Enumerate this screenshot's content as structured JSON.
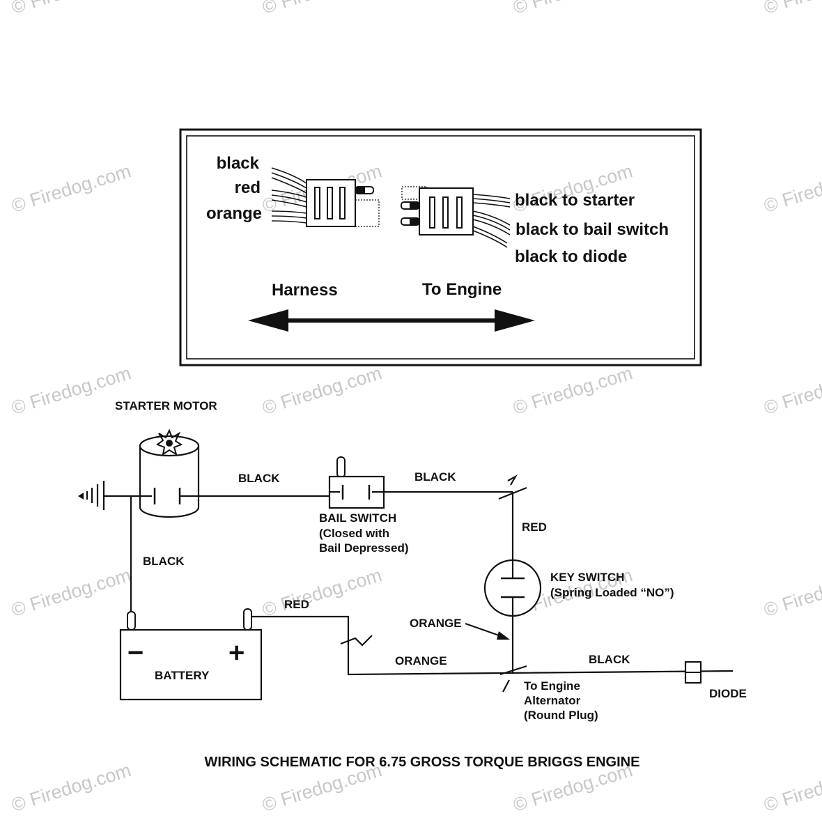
{
  "watermark": "© Firedog.com",
  "connector_box": {
    "harness_wires": [
      "black",
      "red",
      "orange"
    ],
    "engine_wires": [
      "black to starter",
      "black to bail switch",
      "black to diode"
    ],
    "left_label": "Harness",
    "right_label": "To Engine"
  },
  "schematic": {
    "starter_motor": "STARTER MOTOR",
    "wire_black_1": "BLACK",
    "wire_black_2": "BLACK",
    "wire_black_3": "BLACK",
    "wire_black_4": "BLACK",
    "bail_switch": {
      "line1": "BAIL SWITCH",
      "line2": "(Closed with",
      "line3": "Bail Depressed)"
    },
    "wire_red_1": "RED",
    "wire_red_2": "RED",
    "key_switch": {
      "line1": "KEY SWITCH",
      "line2": "(Spring Loaded “NO”)"
    },
    "wire_orange_1": "ORANGE",
    "wire_orange_2": "ORANGE",
    "battery": "BATTERY",
    "battery_neg": "−",
    "battery_pos": "+",
    "alternator": {
      "line1": "To Engine",
      "line2": "Alternator",
      "line3": "(Round Plug)"
    },
    "diode": "DIODE"
  },
  "title": "WIRING SCHEMATIC FOR 6.75 GROSS TORQUE BRIGGS ENGINE"
}
